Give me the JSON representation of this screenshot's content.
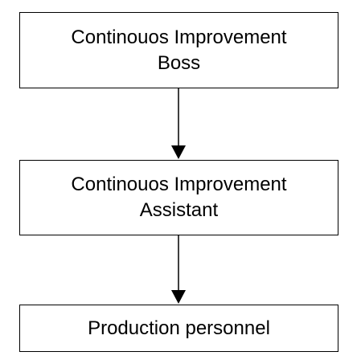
{
  "nodes": [
    {
      "id": "boss",
      "line1": "Continouos Improvement",
      "line2": "Boss"
    },
    {
      "id": "assistant",
      "line1": "Continouos Improvement",
      "line2": "Assistant"
    },
    {
      "id": "production",
      "line1": "Production personnel"
    }
  ],
  "colors": {
    "stroke": "#000000",
    "fill": "#ffffff"
  }
}
